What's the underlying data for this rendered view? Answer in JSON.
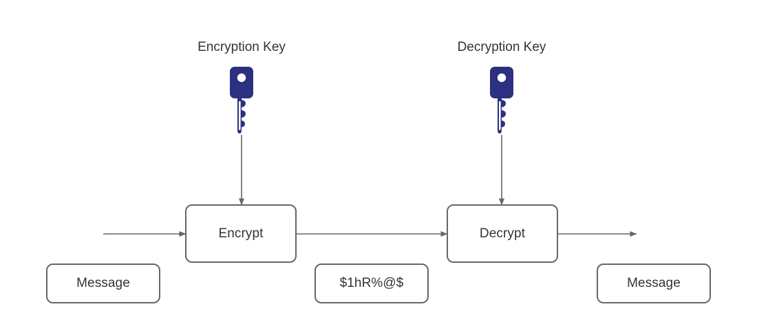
{
  "diagram": {
    "title_encryption_key": "Encryption Key",
    "title_decryption_key": "Decryption Key",
    "colors": {
      "key_fill": "#2b3080",
      "stroke": "#666666",
      "text": "#333333",
      "background": "#ffffff",
      "box_fill": "#ffffff"
    },
    "nodes": {
      "encrypt": "Encrypt",
      "decrypt": "Decrypt",
      "message_in": "Message",
      "ciphertext": "$1hR%@$",
      "message_out": "Message"
    },
    "icons": {
      "encryption_key": "key-icon",
      "decryption_key": "key-icon",
      "arrow": "arrow-right-icon",
      "arrow_down": "arrow-down-icon"
    }
  }
}
